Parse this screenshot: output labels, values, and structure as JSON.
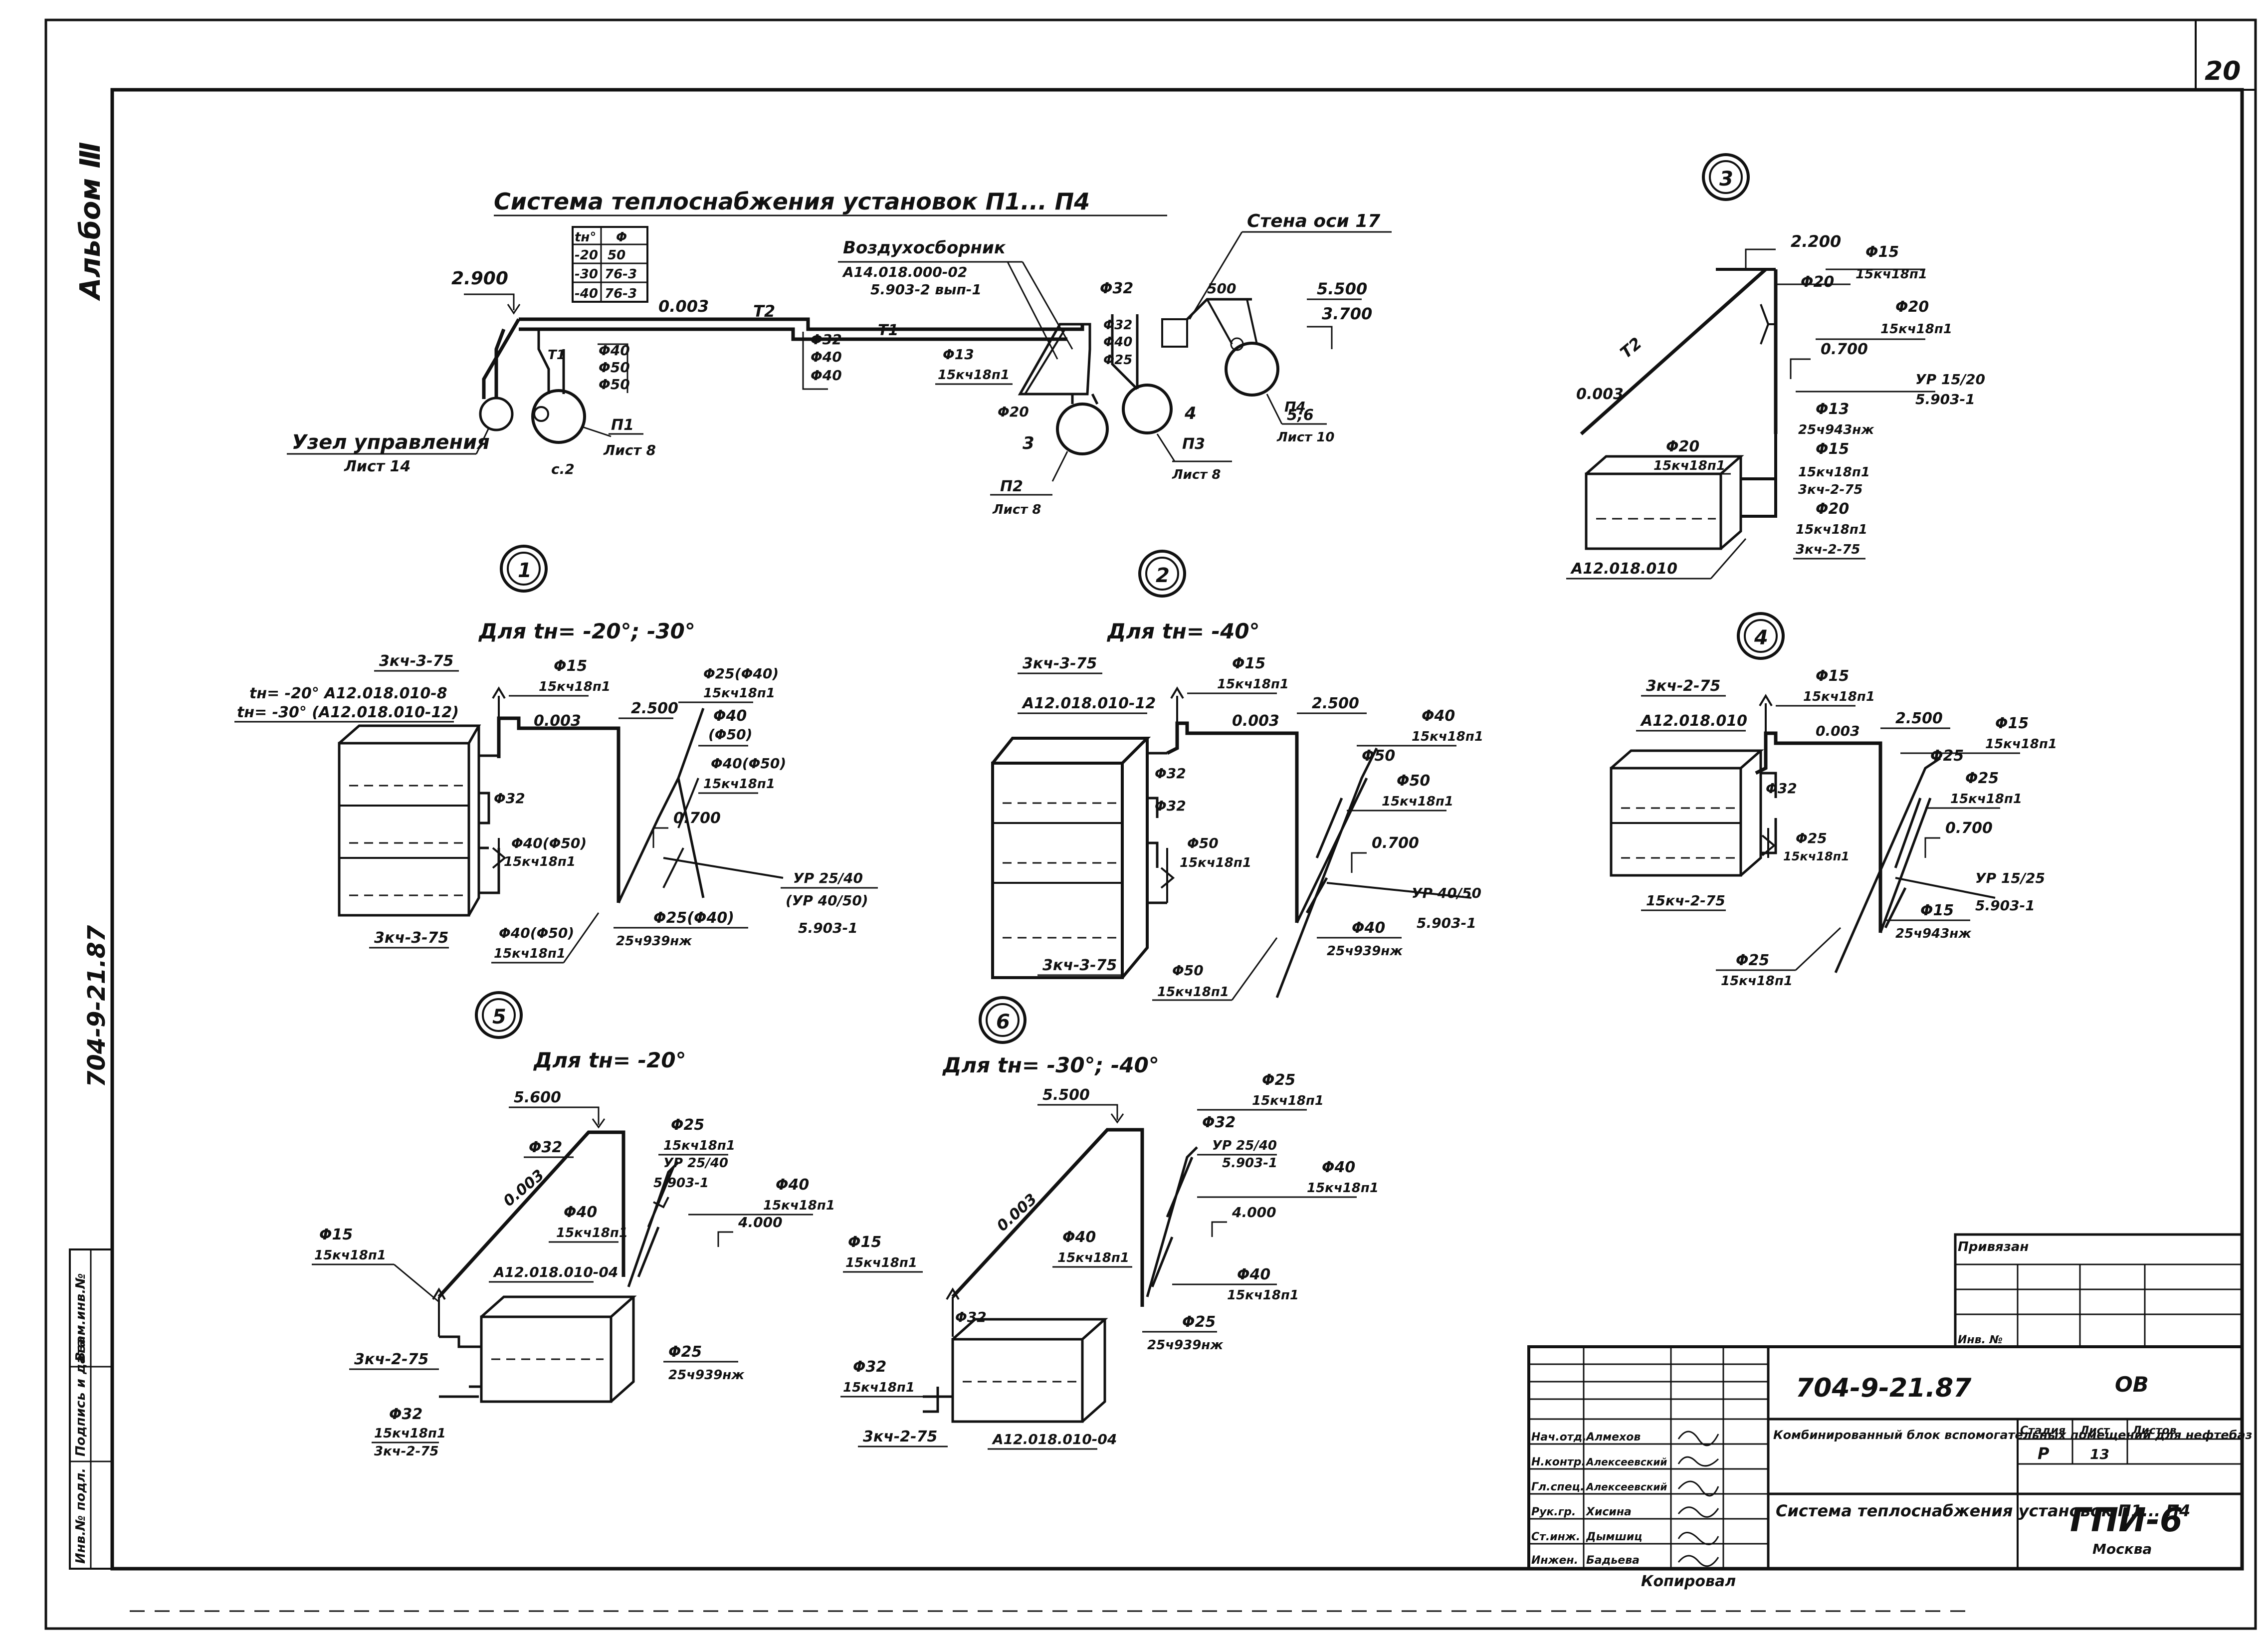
{
  "sheet": {
    "page_number": "20",
    "album": "Альбом Ⅲ",
    "side_code": "704-9-21.87",
    "copied": "Копировал"
  },
  "colors": {
    "ink": "#111111",
    "paper": "#ffffff"
  },
  "main_scheme": {
    "title": "Система теплоснабжения установок П1... П4",
    "table": {
      "header": [
        "tн°",
        "Φ"
      ],
      "rows": [
        [
          "-20",
          "50"
        ],
        [
          "-30",
          "76-3"
        ],
        [
          "-40",
          "76-3"
        ]
      ]
    },
    "elev_left": "2.900",
    "slope": "0.003",
    "t2": "T2",
    "t1": "T1",
    "t1b": "T1",
    "diam_list_1": [
      "Φ40",
      "Φ50",
      "Φ50"
    ],
    "diam_list_2": [
      "Φ32",
      "Φ40",
      "Φ40"
    ],
    "node_label": "Узел управления",
    "node_sheet": "Лист 14",
    "p1": "П1",
    "p1_sheet": "Лист 8",
    "c2": "с.2",
    "air_collector": "Воздухосборник",
    "air_collector_ref": "А14.018.000-02",
    "air_collector_ref2": "5.903-2 вып-1",
    "phi13": "Φ13",
    "phi13_valve": "15кч18п1",
    "phi20": "Φ20",
    "phi32": "Φ32",
    "phi32b": "Φ32",
    "phi40": "Φ40",
    "phi25": "Φ25",
    "node3": "3",
    "node4": "4",
    "p2": "П2",
    "p2_sheet": "Лист 8",
    "p3": "П3",
    "p3_sheet": "Лист 8",
    "wall": "Стена оси 17",
    "dim_500": "500",
    "elev_r1": "5.500",
    "elev_r2": "3.700",
    "node56": "5;6",
    "p4": "П4",
    "p4_sheet": "Лист 10"
  },
  "detail1": {
    "marker": "1",
    "title": "Для tн= -20°; -30°",
    "top_ref": "3кч-3-75",
    "tn20": "tн= -20°  А12.018.010-8",
    "tn30": "tн= -30°  (А12.018.010-12)",
    "f15": "Φ15",
    "f15v": "15кч18п1",
    "f25": "Φ25(Φ40)",
    "f25v": "15кч18п1",
    "f40": "Φ40",
    "f50p": "(Φ50)",
    "f40b": "Φ40(Φ50)",
    "f40bv": "15кч18п1",
    "f32": "Φ32",
    "f40c": "Φ40(Φ50)",
    "f40cv": "15кч18п1",
    "elev1": "2.500",
    "slope": "0.003",
    "elev2": "0.700",
    "ur": "УР 25/40",
    "ur2": "(УР 40/50)",
    "ser": "5.903-1",
    "f25b": "Φ25(Φ40)",
    "v25": "25ч939нж",
    "bot_ref": "3кч-3-75",
    "f40d": "Φ40(Φ50)",
    "f40dv": "15кч18п1"
  },
  "detail2": {
    "marker": "2",
    "title": "Для tн= -40°",
    "top_ref": "3кч-3-75",
    "unit": "А12.018.010-12",
    "f15": "Φ15",
    "f15v": "15кч18п1",
    "slope": "0.003",
    "elev1": "2.500",
    "f40": "Φ40",
    "f40v": "15кч18п1",
    "f50": "Φ50",
    "f50b": "Φ50",
    "f50bv": "15кч18п1",
    "f32": "Φ32",
    "f32b": "Φ32",
    "f50c": "Φ50",
    "f50cv": "15кч18п1",
    "elev2": "0.700",
    "ur": "УР 40/50",
    "ser": "5.903-1",
    "f40b": "Φ40",
    "v25": "25ч939нж",
    "bot_ref": "3кч-3-75",
    "f50d": "Φ50",
    "f50dv": "15кч18п1"
  },
  "detail3": {
    "marker": "3",
    "elev1": "2.200",
    "f15": "Φ15",
    "f15v": "15кч18п1",
    "f20": "Φ20",
    "f20b": "Φ20",
    "f20bv": "15кч18п1",
    "elev2": "0.700",
    "ur": "УР 15/20",
    "ser": "5.903-1",
    "slope": "0.003",
    "t2": "T2",
    "f20c": "Φ20",
    "f20cv": "15кч18п1",
    "f13": "Φ13",
    "v23": "25ч943нж",
    "f15b": "Φ15",
    "f15bv": "15кч18п1",
    "ref1": "3кч-2-75",
    "f20d": "Φ20",
    "f20dv": "15кч18п1",
    "ref2": "3кч-2-75",
    "unit": "А12.018.010"
  },
  "detail4": {
    "marker": "4",
    "top_ref": "3кч-2-75",
    "unit": "А12.018.010",
    "f15": "Φ15",
    "f15v": "15кч18п1",
    "slope": "0.003",
    "elev1": "2.500",
    "f15b": "Φ15",
    "f15bv": "15кч18п1",
    "f25": "Φ25",
    "f25b": "Φ25",
    "f25bv": "15кч18п1",
    "f32": "Φ32",
    "elev2": "0.700",
    "f25c": "Φ25",
    "f25cv": "15кч18п1",
    "ur": "УР 15/25",
    "ser": "5.903-1",
    "bot_ref": "15кч-2-75",
    "f15c": "Φ15",
    "v25": "25ч943нж",
    "f25d": "Φ25",
    "f25dv": "15кч18п1"
  },
  "detail5": {
    "marker": "5",
    "title": "Для tн= -20°",
    "elev1": "5.600",
    "f32": "Φ32",
    "slope": "0.003",
    "f25": "Φ25",
    "f25v": "15кч18п1",
    "ur": "УР 25/40",
    "ser": "5.903-1",
    "f40": "Φ40",
    "f40v": "15кч18п1",
    "f40b": "Φ40",
    "f40bv": "15кч18п1",
    "elev2": "4.000",
    "f15": "Φ15",
    "f15v": "15кч18п1",
    "unit": "А12.018.010-04",
    "ref": "3кч-2-75",
    "f25b": "Φ25",
    "v25": "25ч939нж",
    "f32b": "Φ32",
    "f32bv": "15кч18п1",
    "ref2": "3кч-2-75"
  },
  "detail6": {
    "marker": "6",
    "title": "Для tн= -30°; -40°",
    "elev1": "5.500",
    "f25": "Φ25",
    "f25v": "15кч18п1",
    "f32": "Φ32",
    "ur": "УР 25/40",
    "ser": "5.903-1",
    "f40": "Φ40",
    "f40v": "15кч18п1",
    "elev2": "4.000",
    "slope": "0.003",
    "f15": "Φ15",
    "f15v": "15кч18п1",
    "f40b": "Φ40",
    "f40bv": "15кч18п1",
    "f40c": "Φ40",
    "f40cv": "15кч18п1",
    "f32b": "Φ32",
    "f25b": "Φ25",
    "v25": "25ч939нж",
    "f32c": "Φ32",
    "f32cv": "15кч18п1",
    "ref": "3кч-2-75",
    "unit": "А12.018.010-04"
  },
  "title_block": {
    "privyazan": "Привязан",
    "inv_no": "Инв. №",
    "doc_code": "704-9-21.87",
    "mark": "ОВ",
    "roles": [
      "Нач.отд.",
      "Н.контр.",
      "Гл.спец.",
      "Рук.гр.",
      "Ст.инж.",
      "Инжен."
    ],
    "names": [
      "Алмехов",
      "Алексеевский",
      "Алексеевский",
      "Хисина",
      "Дымшиц",
      "Бадьева"
    ],
    "project": "Комбинированный блок вспомогательных помещений для нефтебаз",
    "sheet_title": "Система теплоснабжения установок П1... П4",
    "stage_h": "Стадия",
    "sheet_h": "Лист",
    "sheets_h": "Листов",
    "stage": "Р",
    "sheet": "13",
    "sheets": "",
    "org": "ГПИ-6",
    "city": "Москва"
  },
  "left_strip": [
    "Инв.№ подл.",
    "Подпись и дата",
    "Взам.инв.№"
  ]
}
